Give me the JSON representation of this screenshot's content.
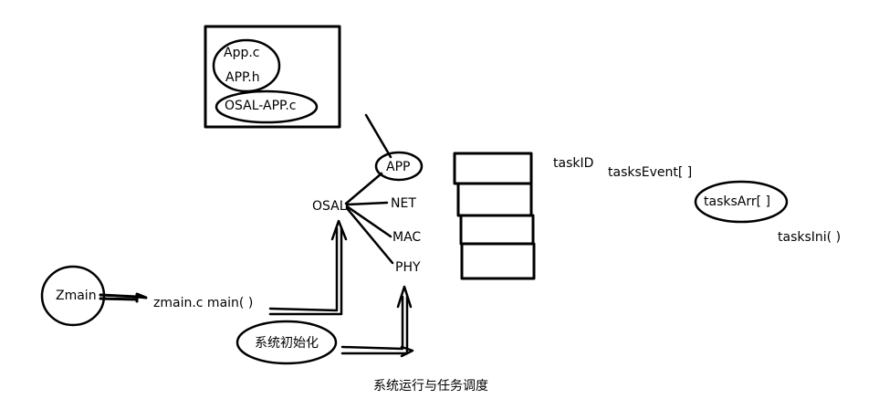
{
  "files": {
    "app_c": "App.c",
    "app_h": "APP.h",
    "osal_app_c": "OSAL-APP.c"
  },
  "osal": {
    "label": "OSAL",
    "layers": {
      "app": "APP",
      "net": "NET",
      "mac": "MAC",
      "phy": "PHY"
    }
  },
  "zmain": {
    "label": "Zmain",
    "entry": "zmain.c  main( )"
  },
  "init": {
    "label": "系统初始化"
  },
  "tasks": {
    "task_id": "taskID",
    "tasks_event": "tasksEvent[ ]",
    "tasks_arr": "tasksArr[ ]",
    "tasks_init": "tasksIni( )"
  },
  "caption": "系统运行与任务调度"
}
